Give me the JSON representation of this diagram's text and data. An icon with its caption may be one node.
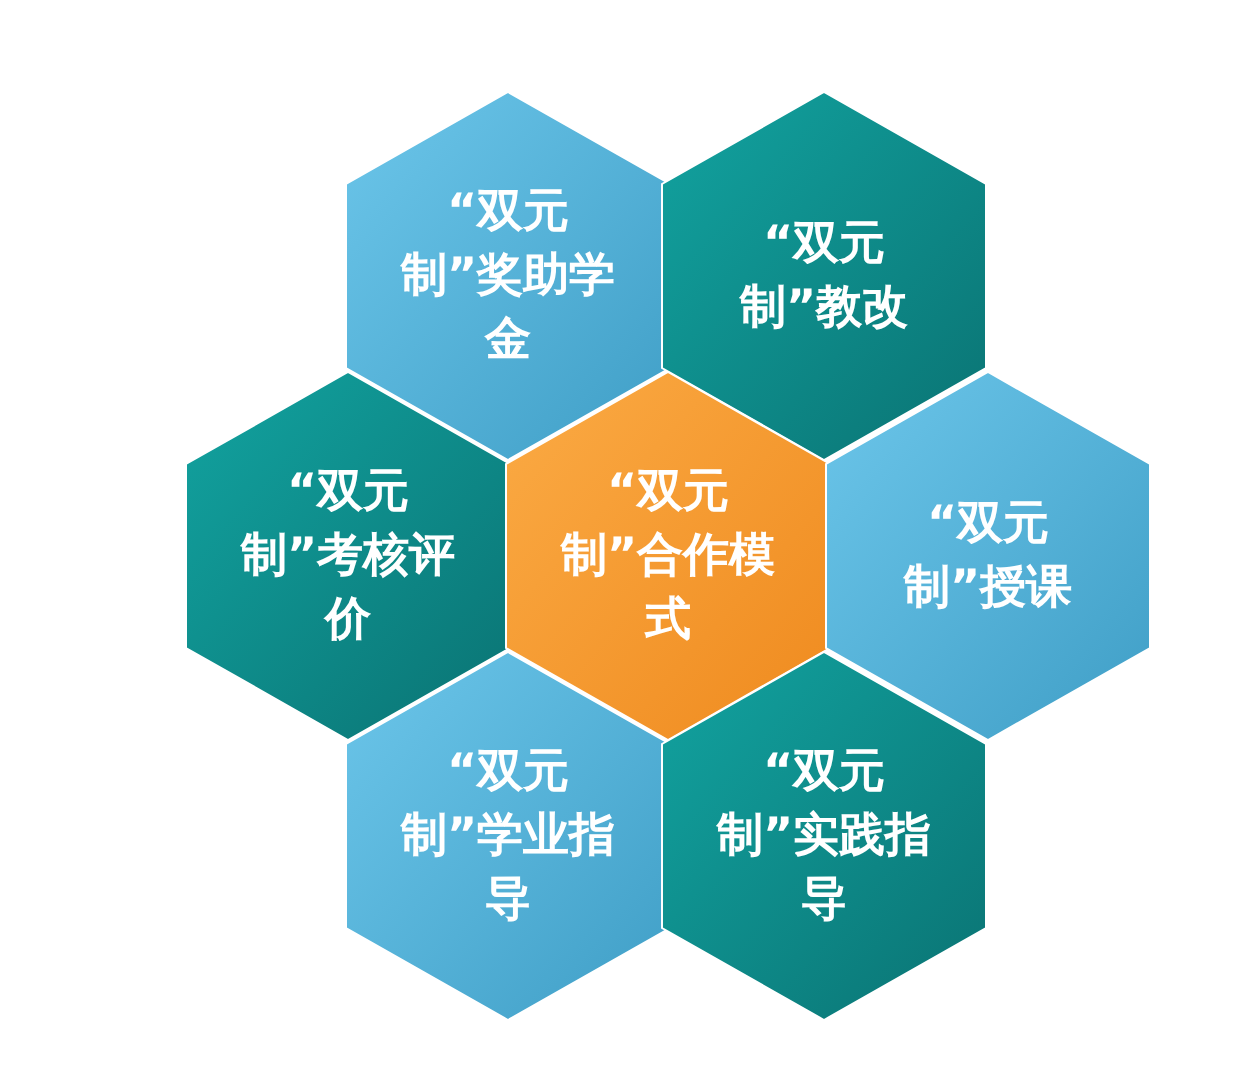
{
  "diagram": {
    "nodes": [
      {
        "text": [
          "“双元制”奖助学金"
        ]
      },
      {
        "text": [
          "“双元制”教改"
        ]
      },
      {
        "text": [
          "“双元制”考核评价"
        ]
      },
      {
        "text": [
          "“双元制”合作模式"
        ]
      },
      {
        "text": [
          "“双元制”授课"
        ]
      },
      {
        "text": [
          "“双元制”学业指导"
        ]
      },
      {
        "text": [
          "“双元制”实践指导"
        ]
      }
    ],
    "edges": []
  }
}
